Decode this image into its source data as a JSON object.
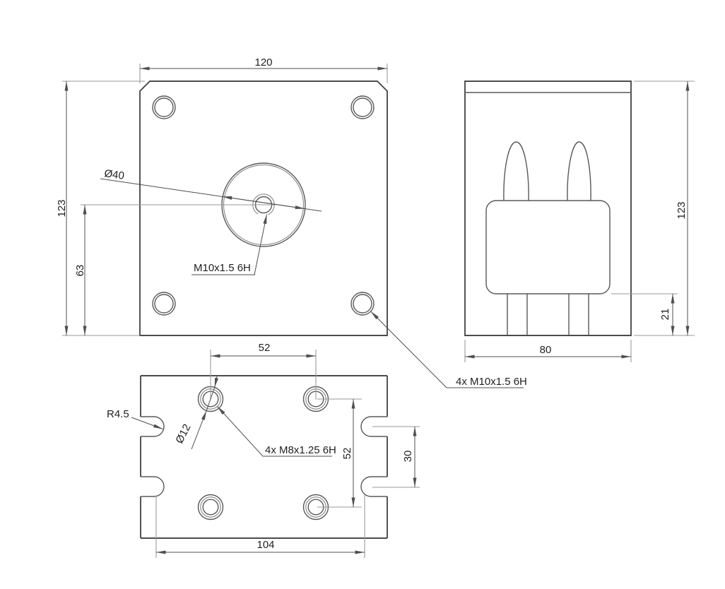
{
  "drawing": {
    "type": "mechanical-part-orthographic-views",
    "front_view": {
      "dim_width": "120",
      "dim_height": "123",
      "dim_center_offset": "63",
      "bore_label": "Ø40",
      "center_thread_label": "M10x1.5 6H",
      "corner_thread_label": "4x M10x1.5 6H"
    },
    "side_view": {
      "dim_height": "123",
      "dim_step": "21",
      "dim_width": "80"
    },
    "bottom_view": {
      "dim_hole_pitch_x": "52",
      "dim_hole_pitch_y": "52",
      "dim_notch_pitch": "30",
      "dim_notch_span": "104",
      "notch_radius_label": "R4.5",
      "counterbore_label": "Ø12",
      "thread_label": "4x M8x1.25 6H"
    },
    "colors": {
      "geometry": "#4b4b4b",
      "secondary": "#585858",
      "fine": "#7a7a7a",
      "dimension": "#4f4f4f",
      "extension": "#9a9a9a",
      "text": "#1f1f1f",
      "background": "#ffffff"
    }
  }
}
